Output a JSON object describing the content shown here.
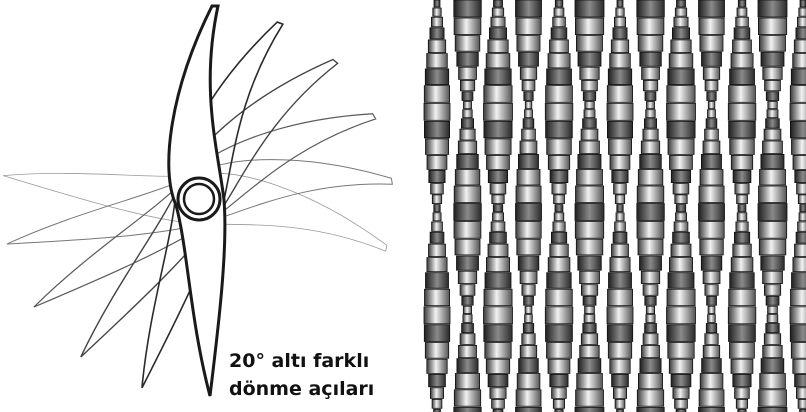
{
  "caption": {
    "line1": "20° altı farklı",
    "line2": "dönme açıları"
  },
  "diagram": {
    "left_panel": "blade-fan-rotation",
    "right_panel": "stacked-blade-tile-pattern",
    "stroke_color": "#1a1a1a",
    "blade_count": 6,
    "rotation_step_degrees": 20
  }
}
